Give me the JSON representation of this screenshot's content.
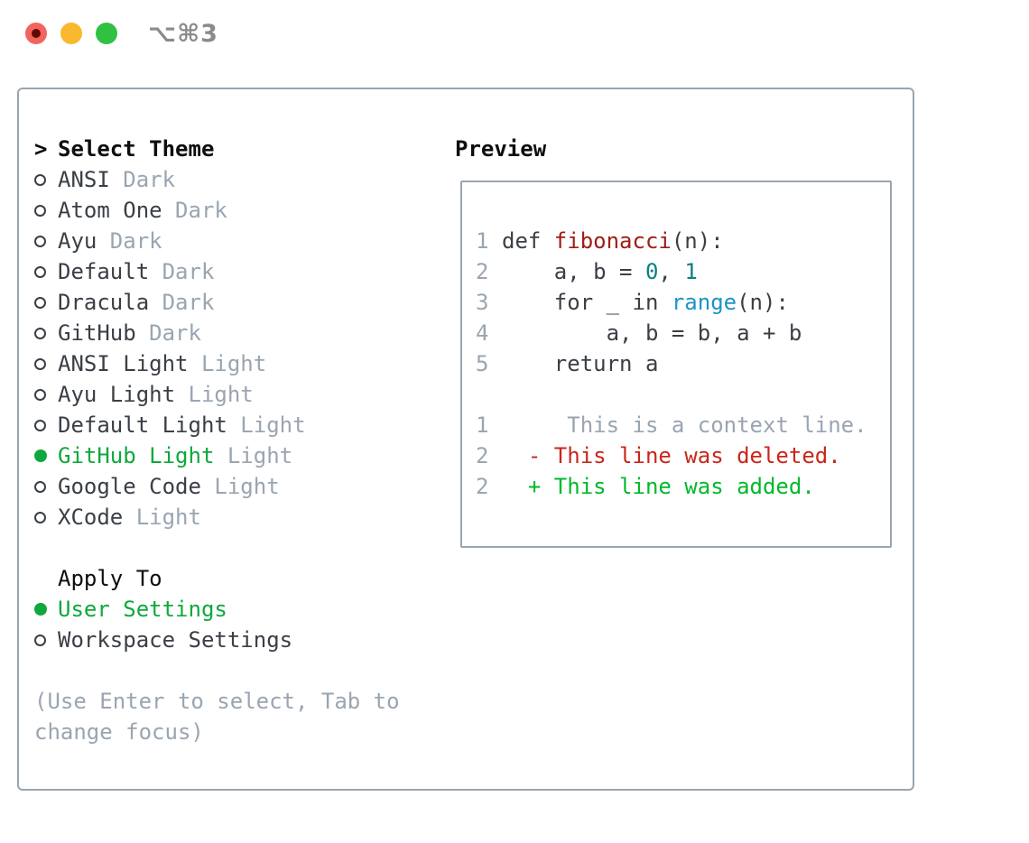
{
  "titlebar": {
    "shortcut": "⌥⌘3"
  },
  "colors": {
    "accent_green": "#0fa83c",
    "text_dark": "#3a3f46",
    "text_black": "#0c0d0e",
    "muted": "#9aa5b1",
    "border": "#9aa5b1",
    "diff_deleted": "#c9271a",
    "diff_added": "#00b92c",
    "syntax_function": "#9e1d15",
    "syntax_number": "#0c7f80",
    "syntax_builtin": "#1d94c6",
    "traffic_red": "#f4645f",
    "traffic_red_dot": "#5f0b03",
    "traffic_yellow": "#f9b82d",
    "traffic_green": "#30c143",
    "shortcut_gray": "#8a8a8f"
  },
  "theme_picker": {
    "header_marker": ">",
    "header": "Select Theme",
    "items": [
      {
        "name": "ANSI",
        "tag": "Dark",
        "selected": false
      },
      {
        "name": "Atom One",
        "tag": "Dark",
        "selected": false
      },
      {
        "name": "Ayu",
        "tag": "Dark",
        "selected": false
      },
      {
        "name": "Default",
        "tag": "Dark",
        "selected": false
      },
      {
        "name": "Dracula",
        "tag": "Dark",
        "selected": false
      },
      {
        "name": "GitHub",
        "tag": "Dark",
        "selected": false
      },
      {
        "name": "ANSI Light",
        "tag": "Light",
        "selected": false
      },
      {
        "name": "Ayu Light",
        "tag": "Light",
        "selected": false
      },
      {
        "name": "Default Light",
        "tag": "Light",
        "selected": false
      },
      {
        "name": "GitHub Light",
        "tag": "Light",
        "selected": true
      },
      {
        "name": "Google Code",
        "tag": "Light",
        "selected": false
      },
      {
        "name": "XCode",
        "tag": "Light",
        "selected": false
      }
    ],
    "apply_to": {
      "header": "Apply To",
      "options": [
        {
          "name": "User Settings",
          "selected": true
        },
        {
          "name": "Workspace Settings",
          "selected": false
        }
      ]
    },
    "hint_lines": [
      "(Use Enter to select, Tab to",
      "change focus)"
    ]
  },
  "preview": {
    "header": "Preview",
    "code_lines": [
      {
        "num": "1",
        "tokens": [
          {
            "t": "def ",
            "c": "code"
          },
          {
            "t": "fibonacci",
            "c": "func"
          },
          {
            "t": "(n):",
            "c": "code"
          }
        ]
      },
      {
        "num": "2",
        "tokens": [
          {
            "t": "    a, b = ",
            "c": "code"
          },
          {
            "t": "0",
            "c": "num"
          },
          {
            "t": ", ",
            "c": "code"
          },
          {
            "t": "1",
            "c": "num"
          }
        ]
      },
      {
        "num": "3",
        "tokens": [
          {
            "t": "    for _ in ",
            "c": "code"
          },
          {
            "t": "range",
            "c": "builtin"
          },
          {
            "t": "(n):",
            "c": "code"
          }
        ]
      },
      {
        "num": "4",
        "tokens": [
          {
            "t": "        a, b = b, a + b",
            "c": "code"
          }
        ]
      },
      {
        "num": "5",
        "tokens": [
          {
            "t": "    return a",
            "c": "code"
          }
        ]
      },
      {
        "num": "",
        "tokens": []
      },
      {
        "num": "1",
        "tokens": [
          {
            "t": "     This is a context line.",
            "c": "context"
          }
        ]
      },
      {
        "num": "2",
        "tokens": [
          {
            "t": "  - This line was deleted.",
            "c": "deleted"
          }
        ]
      },
      {
        "num": "2",
        "tokens": [
          {
            "t": "  + This line was added.",
            "c": "added"
          }
        ]
      }
    ]
  }
}
